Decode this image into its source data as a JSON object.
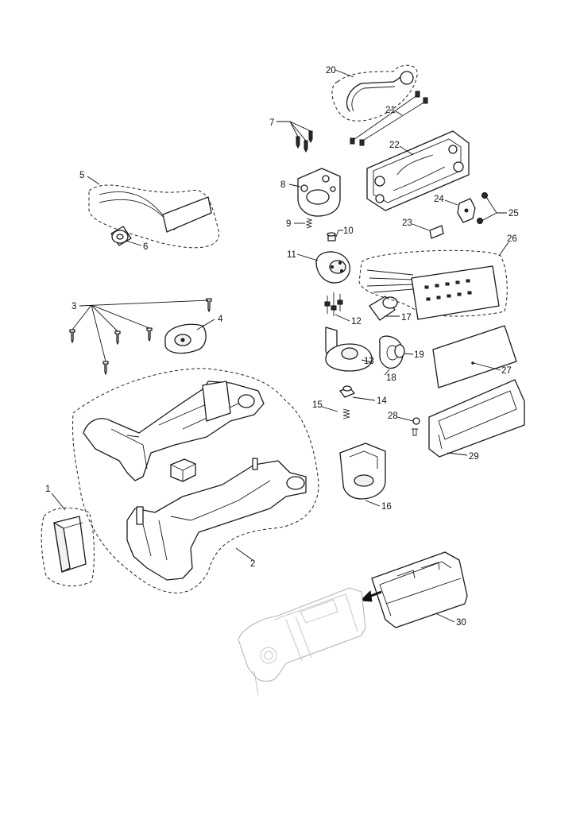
{
  "callouts": {
    "c1": "1",
    "c2": "2",
    "c3": "3",
    "c4": "4",
    "c5": "5",
    "c6": "6",
    "c7": "7",
    "c8": "8",
    "c9": "9",
    "c10": "10",
    "c11": "11",
    "c12": "12",
    "c13": "13",
    "c14": "14",
    "c15": "15",
    "c16": "16",
    "c17": "17",
    "c18": "18",
    "c19": "19",
    "c20": "20",
    "c21": "21",
    "c22": "22",
    "c23": "23",
    "c24": "24",
    "c25": "25",
    "c26": "26",
    "c27": "27",
    "c28": "28",
    "c29": "29",
    "c30": "30"
  },
  "colors": {
    "line": "#1a1a1a",
    "ghost": "#b5b5b5",
    "background": "#ffffff"
  }
}
